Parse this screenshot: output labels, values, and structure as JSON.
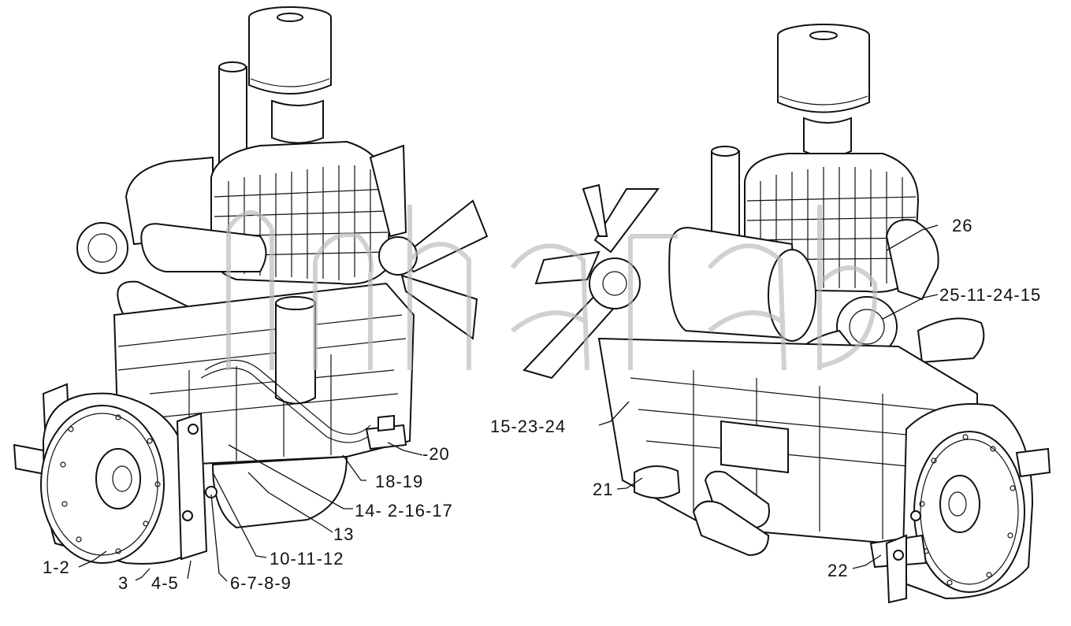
{
  "callouts_left": [
    "1-2",
    "3",
    "4-5",
    "6-7-8-9",
    "10-11-12",
    "13",
    "14- 2-16-17",
    "18-19",
    "-20"
  ],
  "callouts_right": [
    "26",
    "25-11-24-15",
    "15-23-24",
    "21",
    "22"
  ],
  "colors": {
    "ink": "#111111",
    "paper": "#ffffff",
    "watermark": "#b8b8b8"
  },
  "icons": {
    "left_view": "engine-front-left-icon",
    "right_view": "engine-rear-right-icon",
    "watermark": "watermark-logo-icon"
  }
}
